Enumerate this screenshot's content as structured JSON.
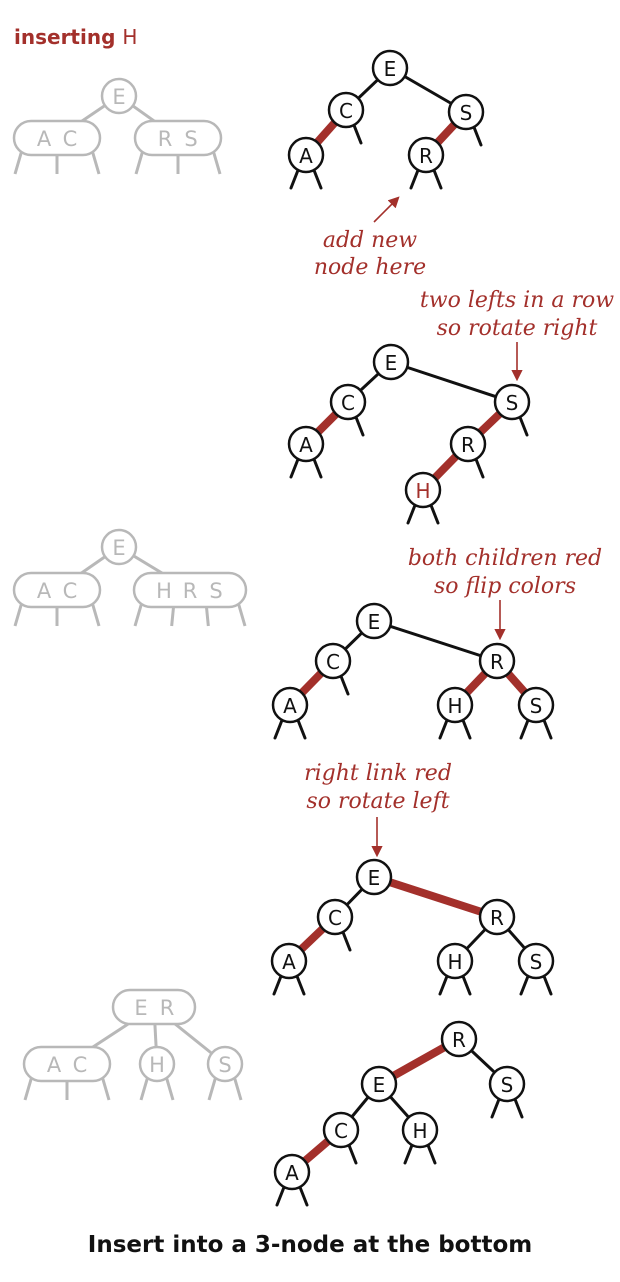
{
  "title": {
    "prefix": "inserting",
    "key": "H"
  },
  "caption": "Insert into a 3-node at the bottom",
  "colors": {
    "red": "#a3302b",
    "black": "#111111",
    "gray": "#b8b8b8"
  },
  "annotations": {
    "add_new": [
      "add new",
      "node here"
    ],
    "two_lefts": [
      "two lefts in a row",
      "so rotate right"
    ],
    "flip": [
      "both children red",
      "so flip colors"
    ],
    "rotate_left": [
      "right link red",
      "so rotate left"
    ]
  },
  "trees": [
    {
      "name": "tree-step-1",
      "nodes": [
        {
          "key": "E"
        },
        {
          "key": "C"
        },
        {
          "key": "S"
        },
        {
          "key": "A"
        },
        {
          "key": "R"
        }
      ],
      "red_links": [
        [
          "C",
          "A"
        ],
        [
          "S",
          "R"
        ]
      ]
    },
    {
      "name": "tree-step-2",
      "nodes": [
        {
          "key": "E"
        },
        {
          "key": "C"
        },
        {
          "key": "S"
        },
        {
          "key": "A"
        },
        {
          "key": "R"
        },
        {
          "key": "H",
          "new": true
        }
      ],
      "red_links": [
        [
          "C",
          "A"
        ],
        [
          "S",
          "R"
        ],
        [
          "R",
          "H"
        ]
      ]
    },
    {
      "name": "tree-step-3",
      "nodes": [
        {
          "key": "E"
        },
        {
          "key": "C"
        },
        {
          "key": "R"
        },
        {
          "key": "A"
        },
        {
          "key": "H"
        },
        {
          "key": "S"
        }
      ],
      "red_links": [
        [
          "C",
          "A"
        ],
        [
          "R",
          "H"
        ],
        [
          "R",
          "S"
        ]
      ]
    },
    {
      "name": "tree-step-4",
      "nodes": [
        {
          "key": "E"
        },
        {
          "key": "C"
        },
        {
          "key": "R"
        },
        {
          "key": "A"
        },
        {
          "key": "H"
        },
        {
          "key": "S"
        }
      ],
      "red_links": [
        [
          "C",
          "A"
        ],
        [
          "E",
          "R"
        ]
      ]
    },
    {
      "name": "tree-step-5",
      "nodes": [
        {
          "key": "R"
        },
        {
          "key": "E"
        },
        {
          "key": "S"
        },
        {
          "key": "C"
        },
        {
          "key": "H"
        },
        {
          "key": "A"
        }
      ],
      "red_links": [
        [
          "R",
          "E"
        ],
        [
          "C",
          "A"
        ]
      ]
    }
  ],
  "two_three_trees": [
    {
      "name": "tt-tree-1",
      "nodes": [
        {
          "keys": [
            "E"
          ]
        },
        {
          "keys": [
            "A",
            "C"
          ]
        },
        {
          "keys": [
            "R",
            "S"
          ]
        }
      ]
    },
    {
      "name": "tt-tree-2",
      "nodes": [
        {
          "keys": [
            "E"
          ]
        },
        {
          "keys": [
            "A",
            "C"
          ]
        },
        {
          "keys": [
            "H",
            "R",
            "S"
          ]
        }
      ]
    },
    {
      "name": "tt-tree-3",
      "nodes": [
        {
          "keys": [
            "E",
            "R"
          ]
        },
        {
          "keys": [
            "A",
            "C"
          ]
        },
        {
          "keys": [
            "H"
          ]
        },
        {
          "keys": [
            "S"
          ]
        }
      ]
    }
  ]
}
